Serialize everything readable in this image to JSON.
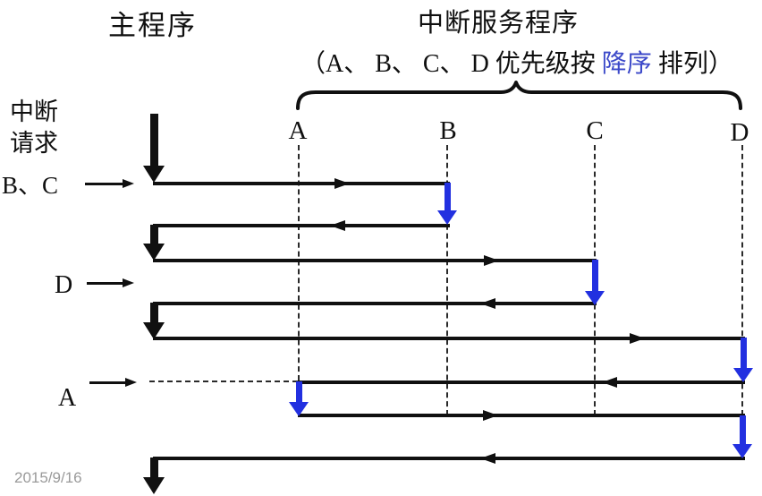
{
  "header": {
    "main_program_label": "主程序",
    "isr_title": "中断服务程序",
    "isr_subtitle_prefix": "（A、 B、 C、 D 优先级按 ",
    "isr_subtitle_highlight": "降序",
    "isr_subtitle_suffix": " 排列）"
  },
  "interrupt_request_label": {
    "line1": "中断",
    "line2": "请求"
  },
  "columns": [
    {
      "label": "A"
    },
    {
      "label": "B"
    },
    {
      "label": "C"
    },
    {
      "label": "D"
    }
  ],
  "requests": [
    {
      "label": "B、C"
    },
    {
      "label": "D"
    },
    {
      "label": "A"
    }
  ],
  "footer": {
    "date": "2015/9/16"
  },
  "colors": {
    "line_black": "#101010",
    "service_arrow_blue": "#2230e0",
    "highlight_text_blue": "#3c49c9",
    "date_gray": "#9a9a9a",
    "background": "#ffffff"
  }
}
